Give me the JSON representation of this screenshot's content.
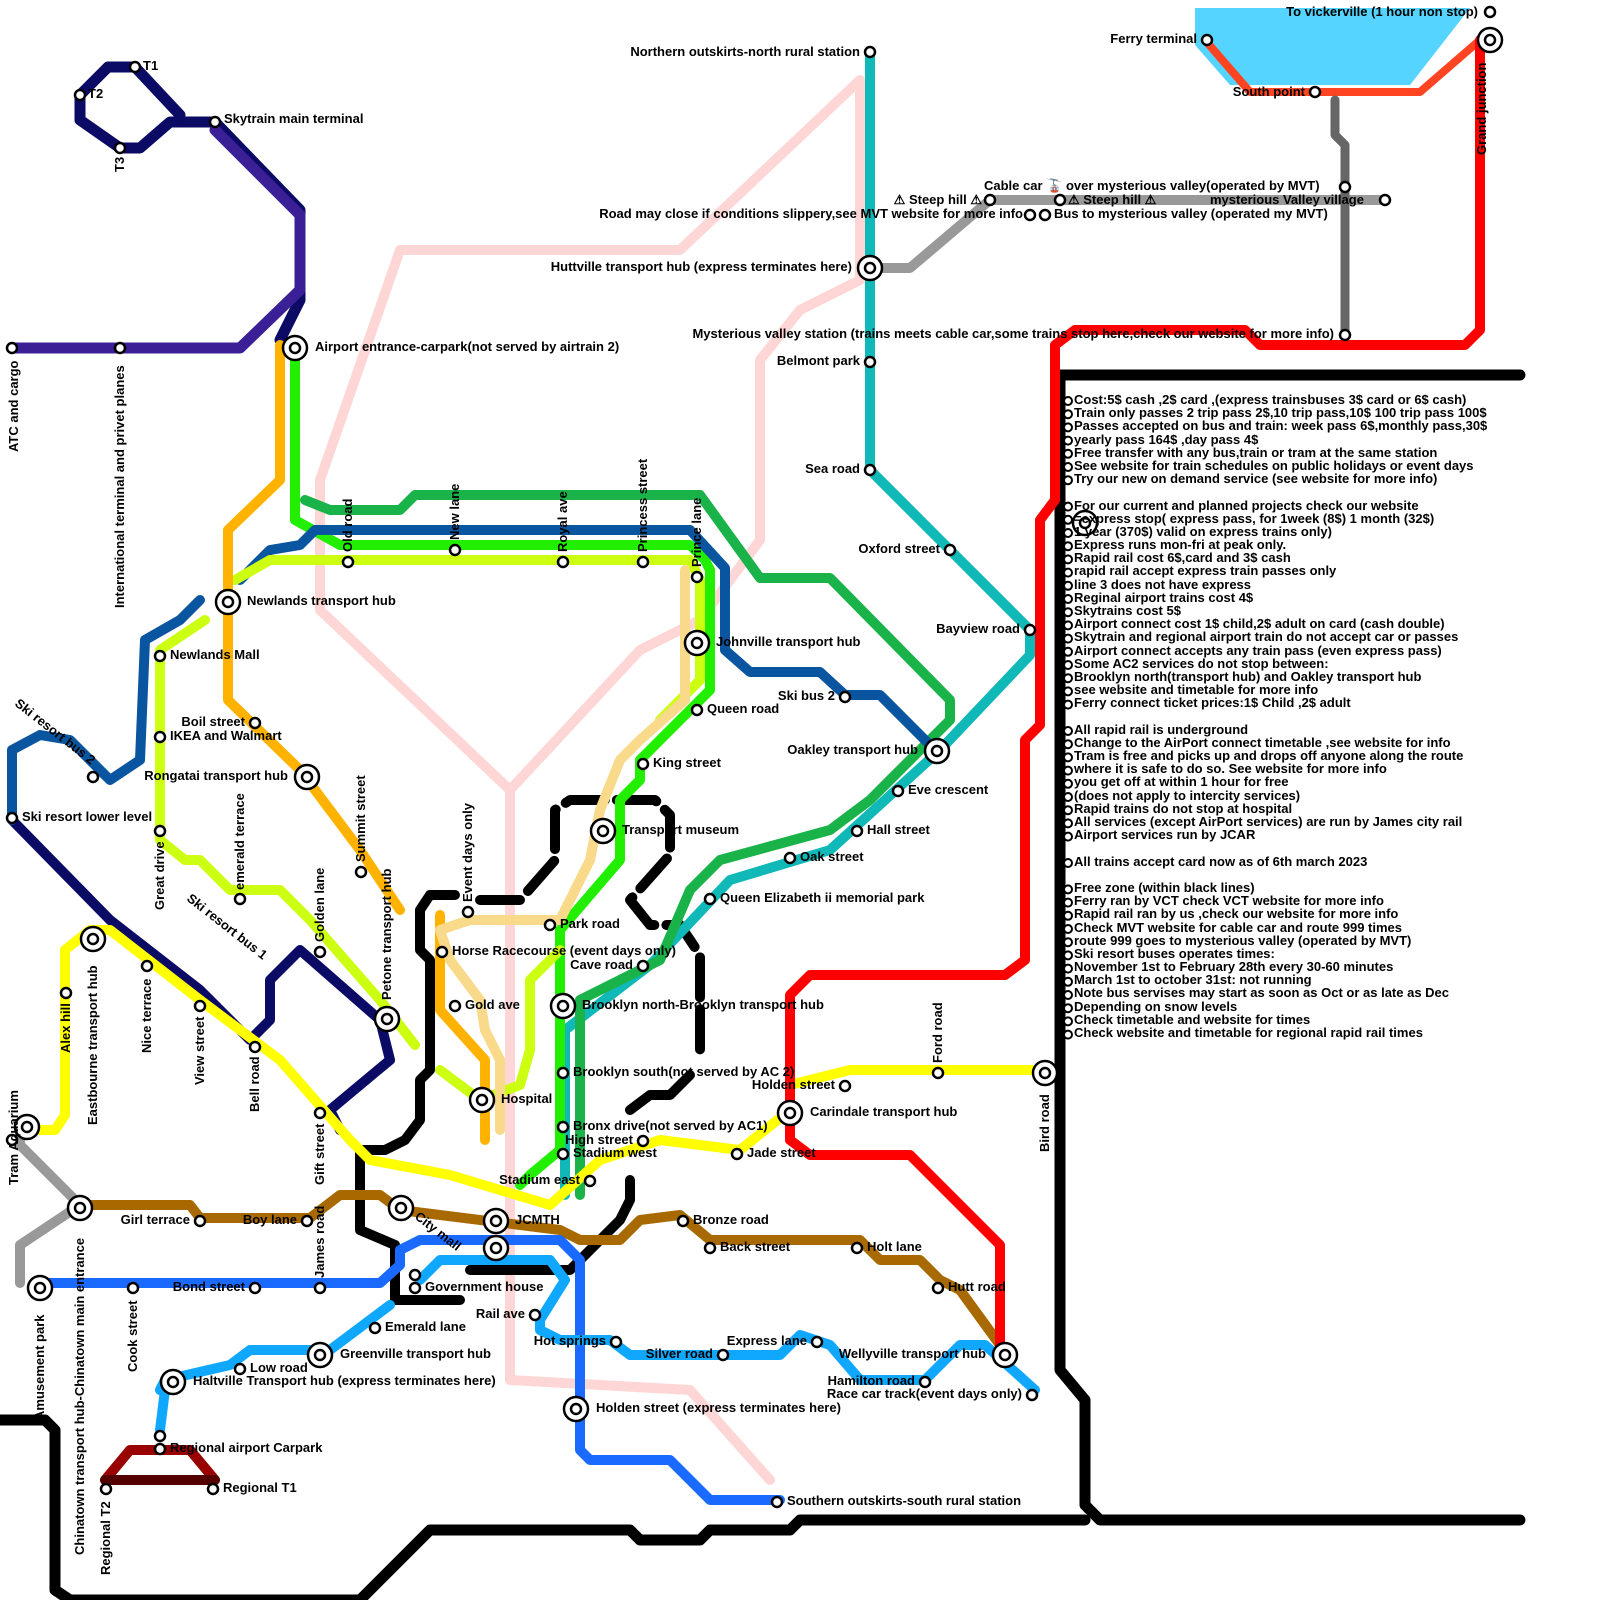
{
  "map": {
    "labels": {
      "t1": "T1",
      "t2": "T2",
      "t3": "T3",
      "skytrain_main": "Skytrain main terminal",
      "atc": "ATC and cargo",
      "intl_terminal": "International terminal and privet planes",
      "airport_entrance": "Airport entrance-carpark(not served by airtrain 2)",
      "northern_outskirts": "Northern outskirts-north rural station",
      "road_may_close": "Road may close if conditions slippery,see MVT website for more info",
      "huttville": "Huttville transport hub (express terminates here)",
      "mysterious_station": "Mysterious valley station (trains meets cable car,some trains stop here,check our website for more info)",
      "belmont": "Belmont park",
      "sea_road": "Sea road",
      "oxford": "Oxford street",
      "bayview": "Bayview road",
      "steep_hill_1": "⚠ Steep hill ⚠",
      "steep_hill_2": "⚠ Steep hill ⚠",
      "cable_car": "Cable car 🚡 over mysterious valley(operated by MVT)",
      "bus_mvt": "Bus to mysterious valley (operated my MVT)",
      "mv_village": "mysterious Valley village",
      "ferry_terminal": "Ferry terminal",
      "to_vickerville": "To vickerville (1 hour non stop)",
      "south_point": "South point",
      "grand_junction": "Grand junction",
      "old_road": "Old road",
      "new_lane": "New lane",
      "royal_ave": "Royal ave",
      "princess_street": "Princess street",
      "prince_lane": "Prince lane",
      "newlands_hub": "Newlands transport hub",
      "newlands_mall": "Newlands Mall",
      "ski_bus_2": "Ski resort bus 2",
      "ski_lower": "Ski resort lower level",
      "boil_street": "Boil street",
      "ikea": "IKEA and Walmart",
      "rongatai": "Rongatai transport hub",
      "emerald_terrace": "emerald terrace",
      "summit_street": "Summit street",
      "great_drive": "Great drive",
      "golden_lane": "Golden lane",
      "petone": "Petone transport hub",
      "event_days": "Event days only",
      "ski_bus_1": "Ski resort bus 1",
      "johnville": "Johnville transport hub",
      "queen_road": "Queen road",
      "king_street": "King street",
      "ski_bus_2b": "Ski bus 2",
      "oakley": "Oakley transport hub",
      "eve_crescent": "Eve crescent",
      "transport_museum": "Transport museum",
      "hall_street": "Hall street",
      "oak_street": "Oak street",
      "qe_park": "Queen Elizabeth ii memorial park",
      "park_road": "Park road",
      "horse_racecourse": "Horse Racecourse (event days only)",
      "cave_road": "Cave road",
      "brooklyn_north": "Brooklyn north-Brooklyn transport hub",
      "gold_ave": "Gold ave",
      "alex_hill": "Alex hill",
      "eastbourne": "Eastbourne transport hub",
      "nice_terrace": "Nice terrace",
      "view_street": "View street",
      "bell_road": "Bell road",
      "brooklyn_south": "Brooklyn south(not served by AC 2)",
      "hospital": "Hospital",
      "bronx_drive": "Bronx drive(not served by AC1)",
      "high_street": "High street",
      "stadium_west": "Stadium west",
      "jade_street": "Jade street",
      "stadium_east": "Stadium east",
      "holden_street_n": "Holden street",
      "ford_road": "Ford road",
      "carindale": "Carindale transport hub",
      "bird_road": "Bird road",
      "tram_aquarium": "Tram Aquarium",
      "gift_street": "Gift street",
      "girl_terrace": "Girl terrace",
      "boy_lane": "Boy lane",
      "james_road": "James road",
      "city_mall": "City mall",
      "jcmth": "JCMTH",
      "bronze_road": "Bronze road",
      "back_street": "Back street",
      "holt_lane": "Holt lane",
      "hutt_road": "Hutt road",
      "chinatown": "Chinatown transport hub-Chinatown main entrance",
      "amusement_park": "Amusement park",
      "bond_street": "Bond street",
      "government_house": "Government house",
      "cook_street": "Cook street",
      "emerald_lane": "Emerald lane",
      "rail_ave": "Rail ave",
      "hot_springs": "Hot springs",
      "express_lane": "Express lane",
      "silver_road": "Silver road",
      "wellyville": "Wellyville transport hub",
      "hamilton_road": "Hamilton road",
      "race_car": "Race car track(event days only)",
      "greenville": "Greenville transport hub",
      "low_road": "Low road",
      "haltville": "Haltville Transport hub (express terminates here)",
      "holden_street_s": "Holden street (express terminates here)",
      "regional_carpark": "Regional airport Carpark",
      "regional_t1": "Regional T1",
      "regional_t2": "Regional T2",
      "southern_outskirts": "Southern outskirts-south rural station"
    }
  },
  "notes": [
    "Cost:5$ cash ,2$ card ,(express trainsbuses 3$ card or 6$ cash)",
    "Train only passes 2 trip pass 2$,10 trip pass,10$ 100 trip pass 100$",
    "Passes accepted on bus and train: week pass 6$,monthly pass,30$",
    "yearly pass 164$ ,day pass 4$",
    "Free transfer with any bus,train or tram at the same station",
    "See website for train schedules on public holidays or event days",
    "Try our new on demand service (see website for more info)",
    "",
    "For our current and planned projects check our website",
    "=express stop( express pass, for 1week (8$) 1 month (32$)",
    "1 year (370$) valid on express trains only)",
    "Express runs mon-fri at peak only.",
    "Rapid rail cost 6$,card and 3$ cash",
    "rapid rail accept express train passes only",
    "line 3 does not have express",
    "Reginal airport trains cost 4$",
    "Skytrains cost 5$",
    "Airport connect cost 1$ child,2$ adult on card (cash double)",
    "Skytrain and regional airport train do not accept car or passes",
    "Airport connect accepts any train pass (even express pass)",
    "Some AC2 services do not stop between:",
    "Brooklyn north(transport hub) and Oakley transport hub",
    "see website and timetable for more info",
    "Ferry connect ticket prices:1$ Child ,2$ adult",
    "",
    "All rapid rail is underground",
    "Change to the AirPort connect timetable ,see website for info",
    "Tram is free and picks up and drops off anyone along the route",
    "where it is safe to do so. See website for more info",
    "you get off at within 1 hour for free",
    "(does not apply to intercity services)",
    "Rapid trains do not stop at hospital",
    "All services (except AirPort services) are run by James city rail",
    "Airport services run by JCAR",
    "",
    "All trains accept card now as of 6th march 2023",
    "",
    "Free zone (within black lines)",
    "Ferry ran by VCT check VCT website for more info",
    "Rapid rail ran by us ,check our website for more info",
    "Check MVT website for cable car and route 999 times",
    "route 999 goes to mysterious valley (operated by MVT)",
    "Ski resort buses operates times:",
    "November 1st to February 28th every 30-60 minutes",
    "March 1st to october 31st: not running",
    "Note bus servises may start as soon as Oct or as late as Dec",
    "Depending on snow levels",
    "Check timetable and website for times",
    "Check website and timetable for regional rapid rail times"
  ],
  "colors": {
    "black": "#000000",
    "navy": "#0b0b66",
    "purple": "#3a1f96",
    "pink": "#ffd6d6",
    "teal": "#10b8b8",
    "green": "#1ab34a",
    "lime": "#22ee00",
    "yellowgreen": "#ccff11",
    "blue_dark": "#0a55a0",
    "orange": "#ffb300",
    "peach": "#f9d98a",
    "yellow": "#ffff00",
    "brown": "#a86a00",
    "blue": "#1a6aff",
    "lightblue": "#10a8ff",
    "red": "#ff0000",
    "grey": "#999999",
    "darkgrey": "#666666",
    "water": "#55d4ff",
    "maroon": "#990000"
  }
}
